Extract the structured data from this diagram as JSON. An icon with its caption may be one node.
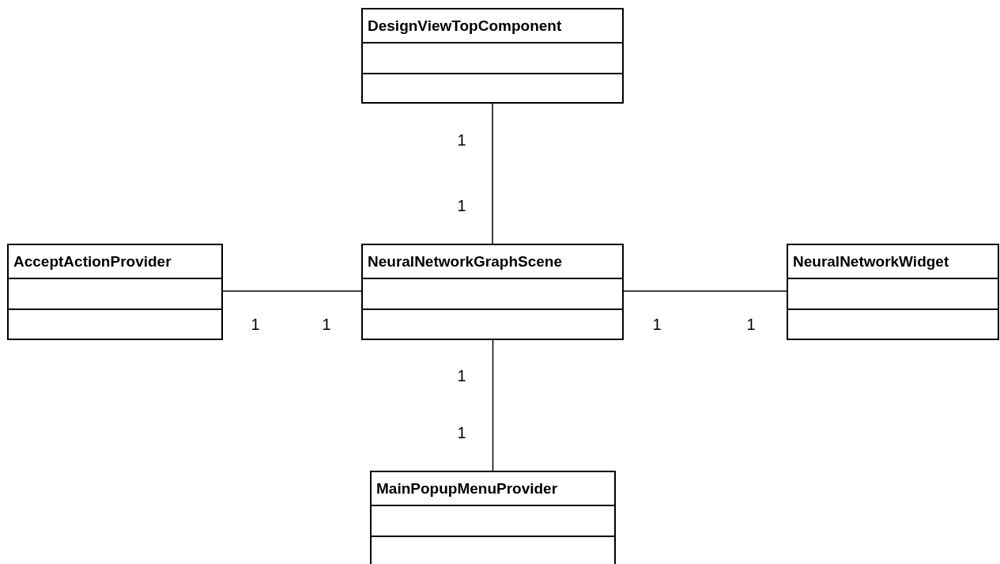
{
  "diagram": {
    "nodes": [
      {
        "text": [
          "DesignViewTopComponent"
        ]
      },
      {
        "text": [
          "AcceptActionProvider"
        ]
      },
      {
        "text": [
          "NeuralNetworkGraphScene"
        ]
      },
      {
        "text": [
          "NeuralNetworkWidget"
        ]
      },
      {
        "text": [
          "MainPopupMenuProvider"
        ]
      }
    ],
    "edges": [
      {
        "from": 0,
        "to": 2,
        "arrow": "none"
      },
      {
        "from": 1,
        "to": 2,
        "arrow": "none"
      },
      {
        "from": 2,
        "to": 3,
        "arrow": "none"
      },
      {
        "from": 2,
        "to": 4,
        "arrow": "none"
      }
    ],
    "labels": [
      "1",
      "1",
      "1",
      "1",
      "1",
      "1",
      "1",
      "1"
    ]
  }
}
